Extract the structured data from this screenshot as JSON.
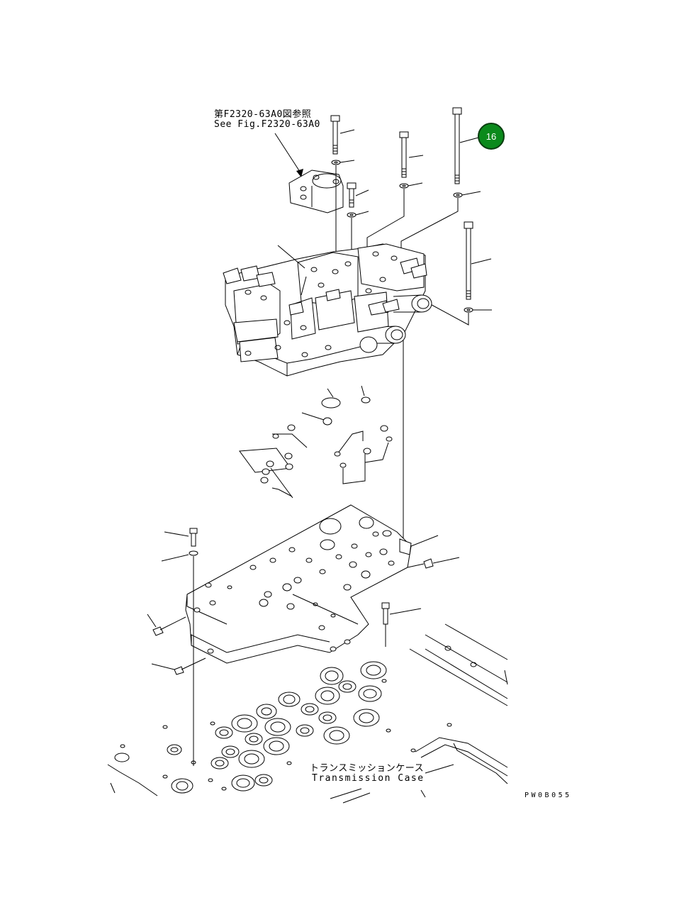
{
  "diagram": {
    "reference_jp": "第F2320-63A0図参照",
    "reference_en": "See Fig.F2320-63A0",
    "case_label_jp": "トランスミッションケース",
    "case_label_en": "Transmission Case",
    "drawing_code": "PW0B055",
    "callout_number": "16",
    "callout_color": "#0b8a1c"
  }
}
